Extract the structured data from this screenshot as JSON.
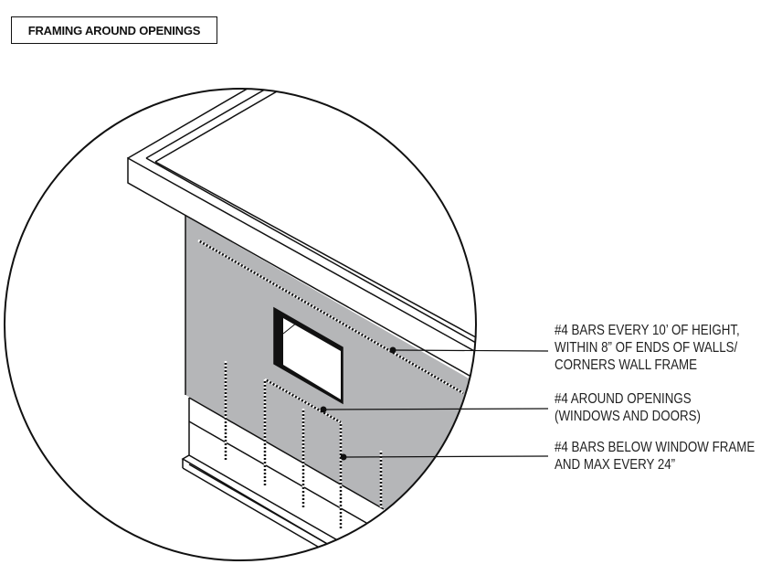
{
  "title": "FRAMING AROUND OPENINGS",
  "callouts": [
    {
      "line1": "#4 BARS EVERY 10’ OF HEIGHT,",
      "line2": "WITHIN 8” OF ENDS OF WALLS/",
      "line3": "CORNERS WALL FRAME"
    },
    {
      "line1": "#4 AROUND OPENINGS",
      "line2": "(WINDOWS AND DOORS)"
    },
    {
      "line1": "#4 BARS BELOW WINDOW FRAME",
      "line2": "AND MAX EVERY 24”"
    }
  ],
  "colors": {
    "wall": "#b5b6b8",
    "ink": "#111111"
  }
}
